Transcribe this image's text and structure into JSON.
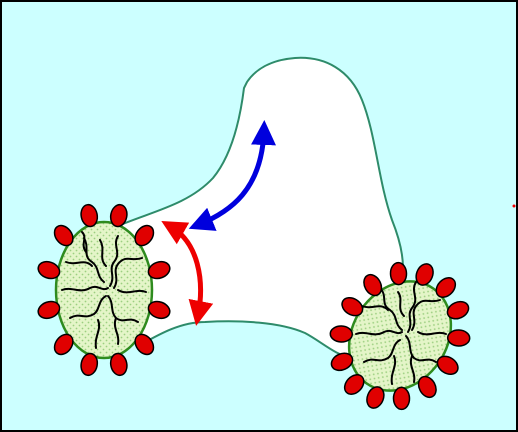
{
  "diagram": {
    "colors": {
      "background": "#ccffff",
      "frame": "#000000",
      "pore_fill": "#ffffff",
      "pore_outline": "#2e8b6a",
      "particle_fill": "#e4f5c8",
      "particle_outline": "#2e8b1e",
      "particle_dots": "#9ccf80",
      "chain": "#000000",
      "bead_fill": "#e00000",
      "bead_outline": "#000000",
      "arrow_blue": "#0000dd",
      "arrow_red": "#ee0000"
    },
    "particles": [
      {
        "name": "left-particle",
        "bead_count": 12
      },
      {
        "name": "right-particle",
        "bead_count": 14
      }
    ],
    "arrows": [
      {
        "name": "blue-double-arrow",
        "color": "arrow_blue"
      },
      {
        "name": "red-double-arrow",
        "color": "arrow_red"
      }
    ]
  }
}
